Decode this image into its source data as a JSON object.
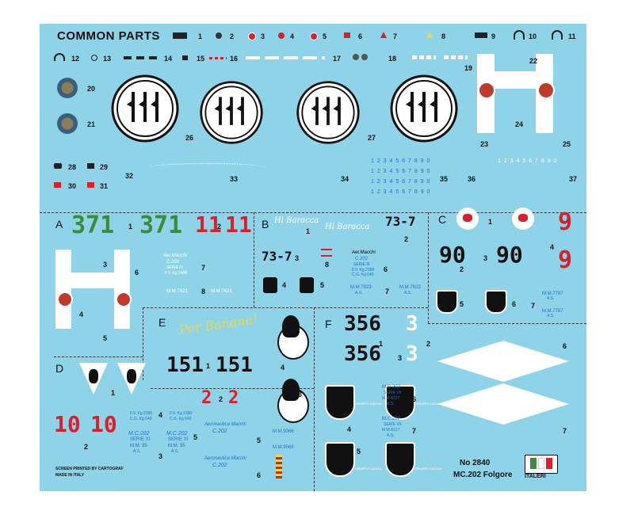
{
  "sheet": {
    "title": "COMMON PARTS",
    "footer_left": [
      "SCREEN PRINTED BY CARTOGRAF",
      "MADE IN ITALY"
    ],
    "product_no": "No 2840",
    "product_name": "MC.202 Folgore",
    "brand": "ITALERI"
  },
  "colors": {
    "background": "#8fd3e8",
    "black": "#111111",
    "white": "#ffffff",
    "red": "#d8202a",
    "green": "#3d8a3a",
    "blue_text": "#1e6fd0",
    "yellow_script": "#e9d84a"
  },
  "common_numbers": [
    "1",
    "2",
    "3",
    "4",
    "5",
    "6",
    "7",
    "8",
    "9",
    "10",
    "11",
    "12",
    "13",
    "14",
    "15",
    "16",
    "17",
    "18",
    "19",
    "20",
    "21",
    "22",
    "23",
    "24",
    "25",
    "26",
    "27",
    "28",
    "29",
    "30",
    "31",
    "32",
    "33",
    "34",
    "35",
    "36",
    "37"
  ],
  "sections": {
    "A": {
      "label": "A",
      "codes": [
        "371",
        "371",
        "11",
        "11"
      ],
      "nums": [
        "1",
        "2",
        "3",
        "4",
        "5",
        "6",
        "7",
        "8"
      ],
      "texts": [
        "Aer.Macchi",
        "C.202",
        "SERIE IV",
        "F.V. Kg 2488",
        "M.M.7421",
        "M.M.7421"
      ]
    },
    "B": {
      "label": "B",
      "script": "Hi Baracca",
      "codes": [
        "73-7",
        "73-7"
      ],
      "nums": [
        "1",
        "2",
        "3",
        "4",
        "5",
        "6",
        "7",
        "8"
      ],
      "texts": [
        "Aer.Macchi",
        "C.202",
        "SERIE III",
        "F.V. Kg 2398",
        "C.G. Kg 640",
        "M.M.7823",
        "A.S.",
        "M.M.7823",
        "A.S."
      ]
    },
    "C": {
      "label": "C",
      "codes": [
        "9",
        "9",
        "90",
        "90"
      ],
      "nums": [
        "1",
        "2",
        "3",
        "4",
        "5",
        "6",
        "7"
      ],
      "texts": [
        "M.M.7787",
        "A.S.",
        "M.M.7787",
        "A.S."
      ]
    },
    "D": {
      "label": "D",
      "codes": [
        "10",
        "10"
      ],
      "nums": [
        "1",
        "2",
        "3",
        "4",
        "5"
      ],
      "texts": [
        "F.V. Kg 2390",
        "C.G. Kg 640",
        "M.C.202",
        "SERIE XI",
        "M.M. 95",
        "A.S."
      ]
    },
    "E": {
      "label": "E",
      "script": "Per Banana!",
      "codes": [
        "151",
        "151",
        "2",
        "2"
      ],
      "nums": [
        "1",
        "2",
        "3",
        "4",
        "5",
        "6"
      ],
      "texts": [
        "Aeronautica Macchi",
        "C.202",
        "M.M.9066",
        "M.M.9066"
      ]
    },
    "F": {
      "label": "F",
      "codes": [
        "356",
        "3",
        "356",
        "3"
      ],
      "nums": [
        "1",
        "2",
        "3",
        "4",
        "5",
        "6",
        "7"
      ],
      "texts": [
        "M.C.202",
        "SERIE VII",
        "M.M.8127",
        "A.S.",
        "M.C.202",
        "SERIE VII",
        "M.M.8127",
        "A.S."
      ]
    }
  },
  "serial_rows": [
    "1 2 3 4 5 6 7 8 9 0",
    "1 2 3 4 5 6 7 8 9 0",
    "1 2 3 4 5 6 7 8 9 0",
    "1 2 3 4 5 6 7 8 9 0",
    "1 2 3 4 5 6 7 8 9 0"
  ],
  "unit_badges": [
    "GRUPPO CACCIA",
    "GRUPPO CACCIA",
    "GRUPPO CACCIA",
    "GRUPPO CACCIA"
  ]
}
